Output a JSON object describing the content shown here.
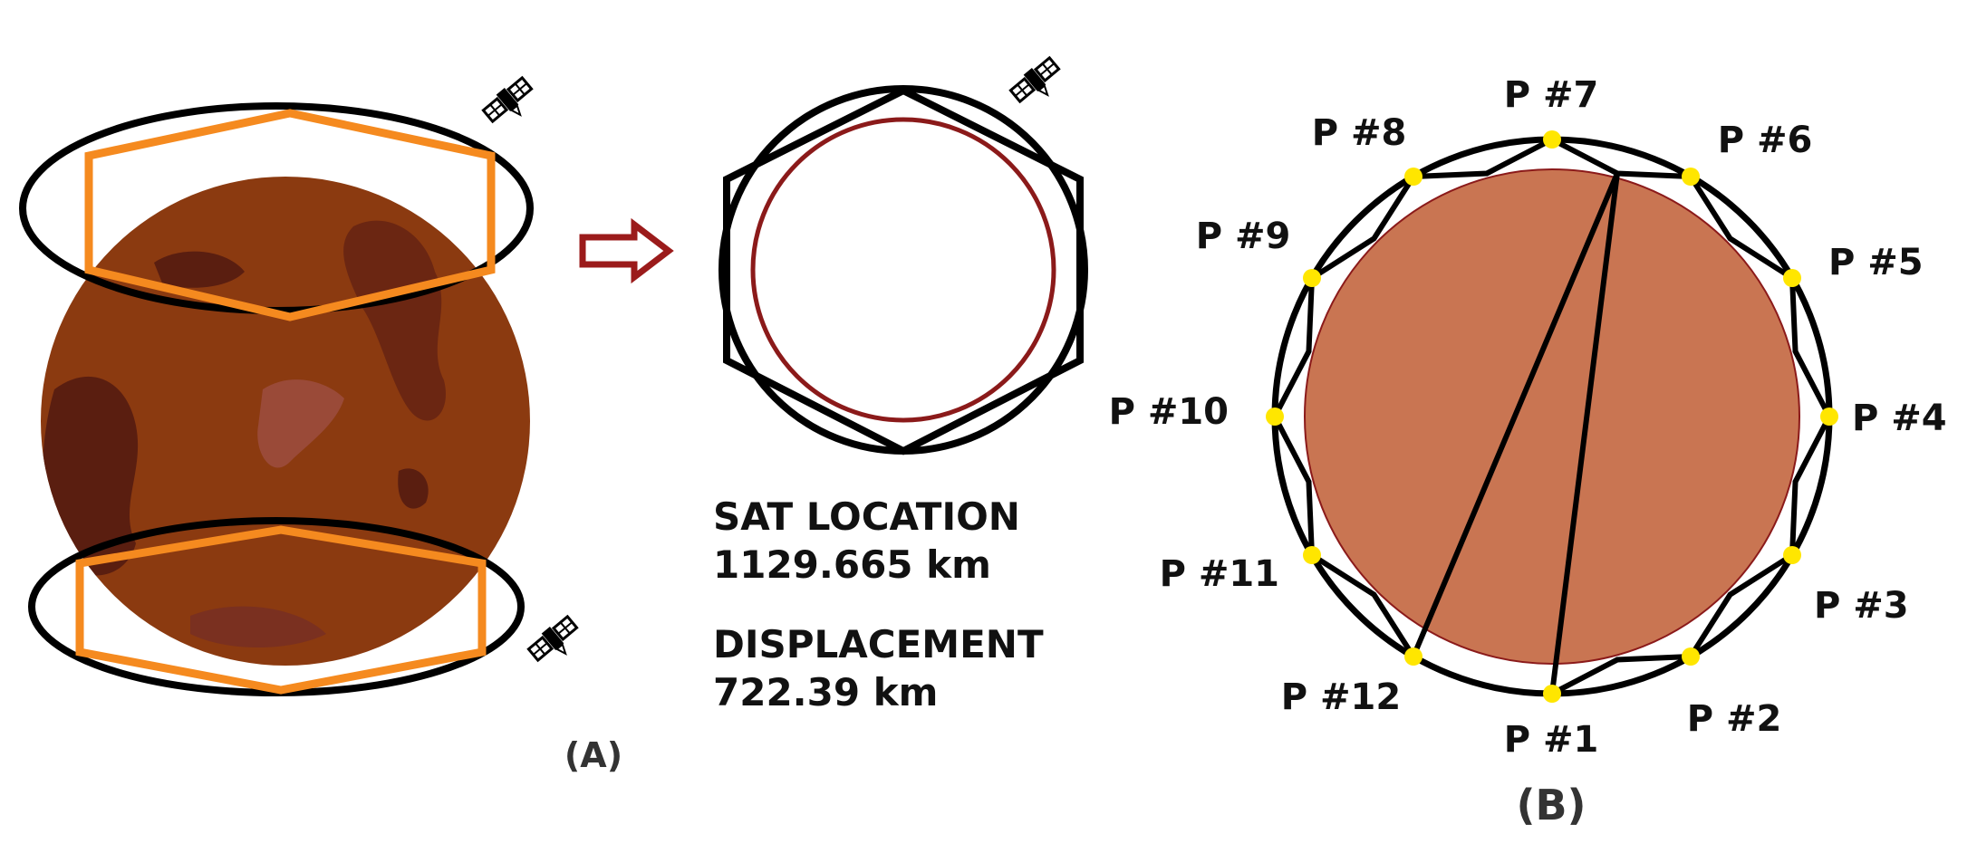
{
  "panel_a": {
    "caption": "(A)"
  },
  "panel_middle": {
    "sat_location_label": "SAT LOCATION",
    "sat_location_value": "1129.665 km",
    "displacement_label": "DISPLACEMENT",
    "displacement_value": "722.39 km"
  },
  "panel_b": {
    "caption": "(B)",
    "points": [
      "P #1",
      "P #2",
      "P #3",
      "P #4",
      "P #5",
      "P #6",
      "P #7",
      "P #8",
      "P #9",
      "P #10",
      "P #11",
      "P #12"
    ]
  },
  "colors": {
    "planet": "#8B3A10",
    "planet_dark": "#5A1E10",
    "planet_b": "#C97552",
    "orbit": "#000000",
    "hexagon_a": "#F58A1F",
    "inner_circle": "#8B1A1A",
    "arrow": "#9B1B1B",
    "point_marker": "#FFE600"
  },
  "icons": [
    "satellite-icon",
    "right-arrow-icon"
  ]
}
